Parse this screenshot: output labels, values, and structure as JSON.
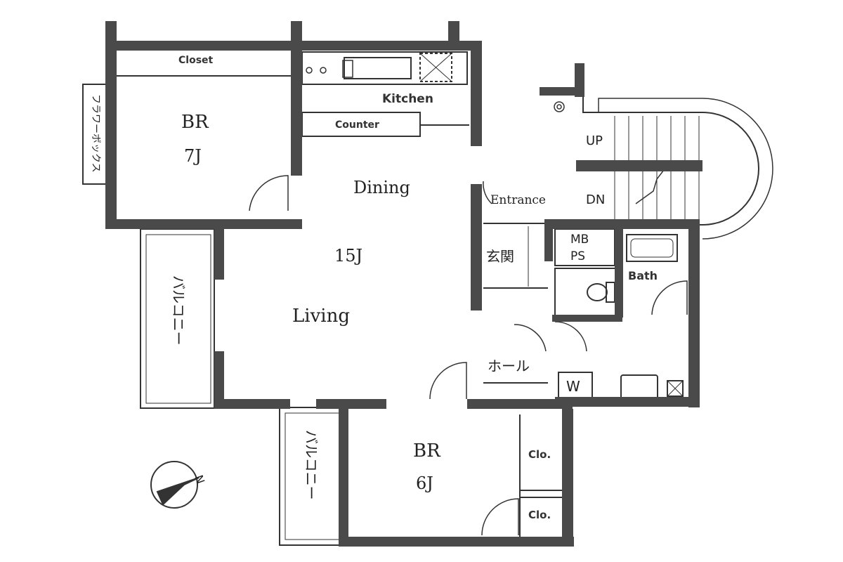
{
  "rooms": {
    "br_north": {
      "name": "BR",
      "size": "7J"
    },
    "br_south": {
      "name": "BR",
      "size": "6J"
    },
    "ldk": {
      "dining": "Dining",
      "size": "15J",
      "living": "Living"
    }
  },
  "labels": {
    "closet": "Closet",
    "kitchen": "Kitchen",
    "counter": "Counter",
    "entrance": "Entrance",
    "genkan": "玄関",
    "hall": "ホール",
    "bath": "Bath",
    "mb": "MB",
    "ps": "PS",
    "w": "W",
    "clo_1": "Clo.",
    "clo_2": "Clo.",
    "up": "UP",
    "dn": "DN",
    "flower_box": "フラワーボックス",
    "balcony_west": "バルコニー",
    "balcony_south": "バルコニー",
    "north": "N"
  },
  "colors": {
    "wall": "#4a4a4a",
    "line": "#333333",
    "background": "#ffffff"
  }
}
